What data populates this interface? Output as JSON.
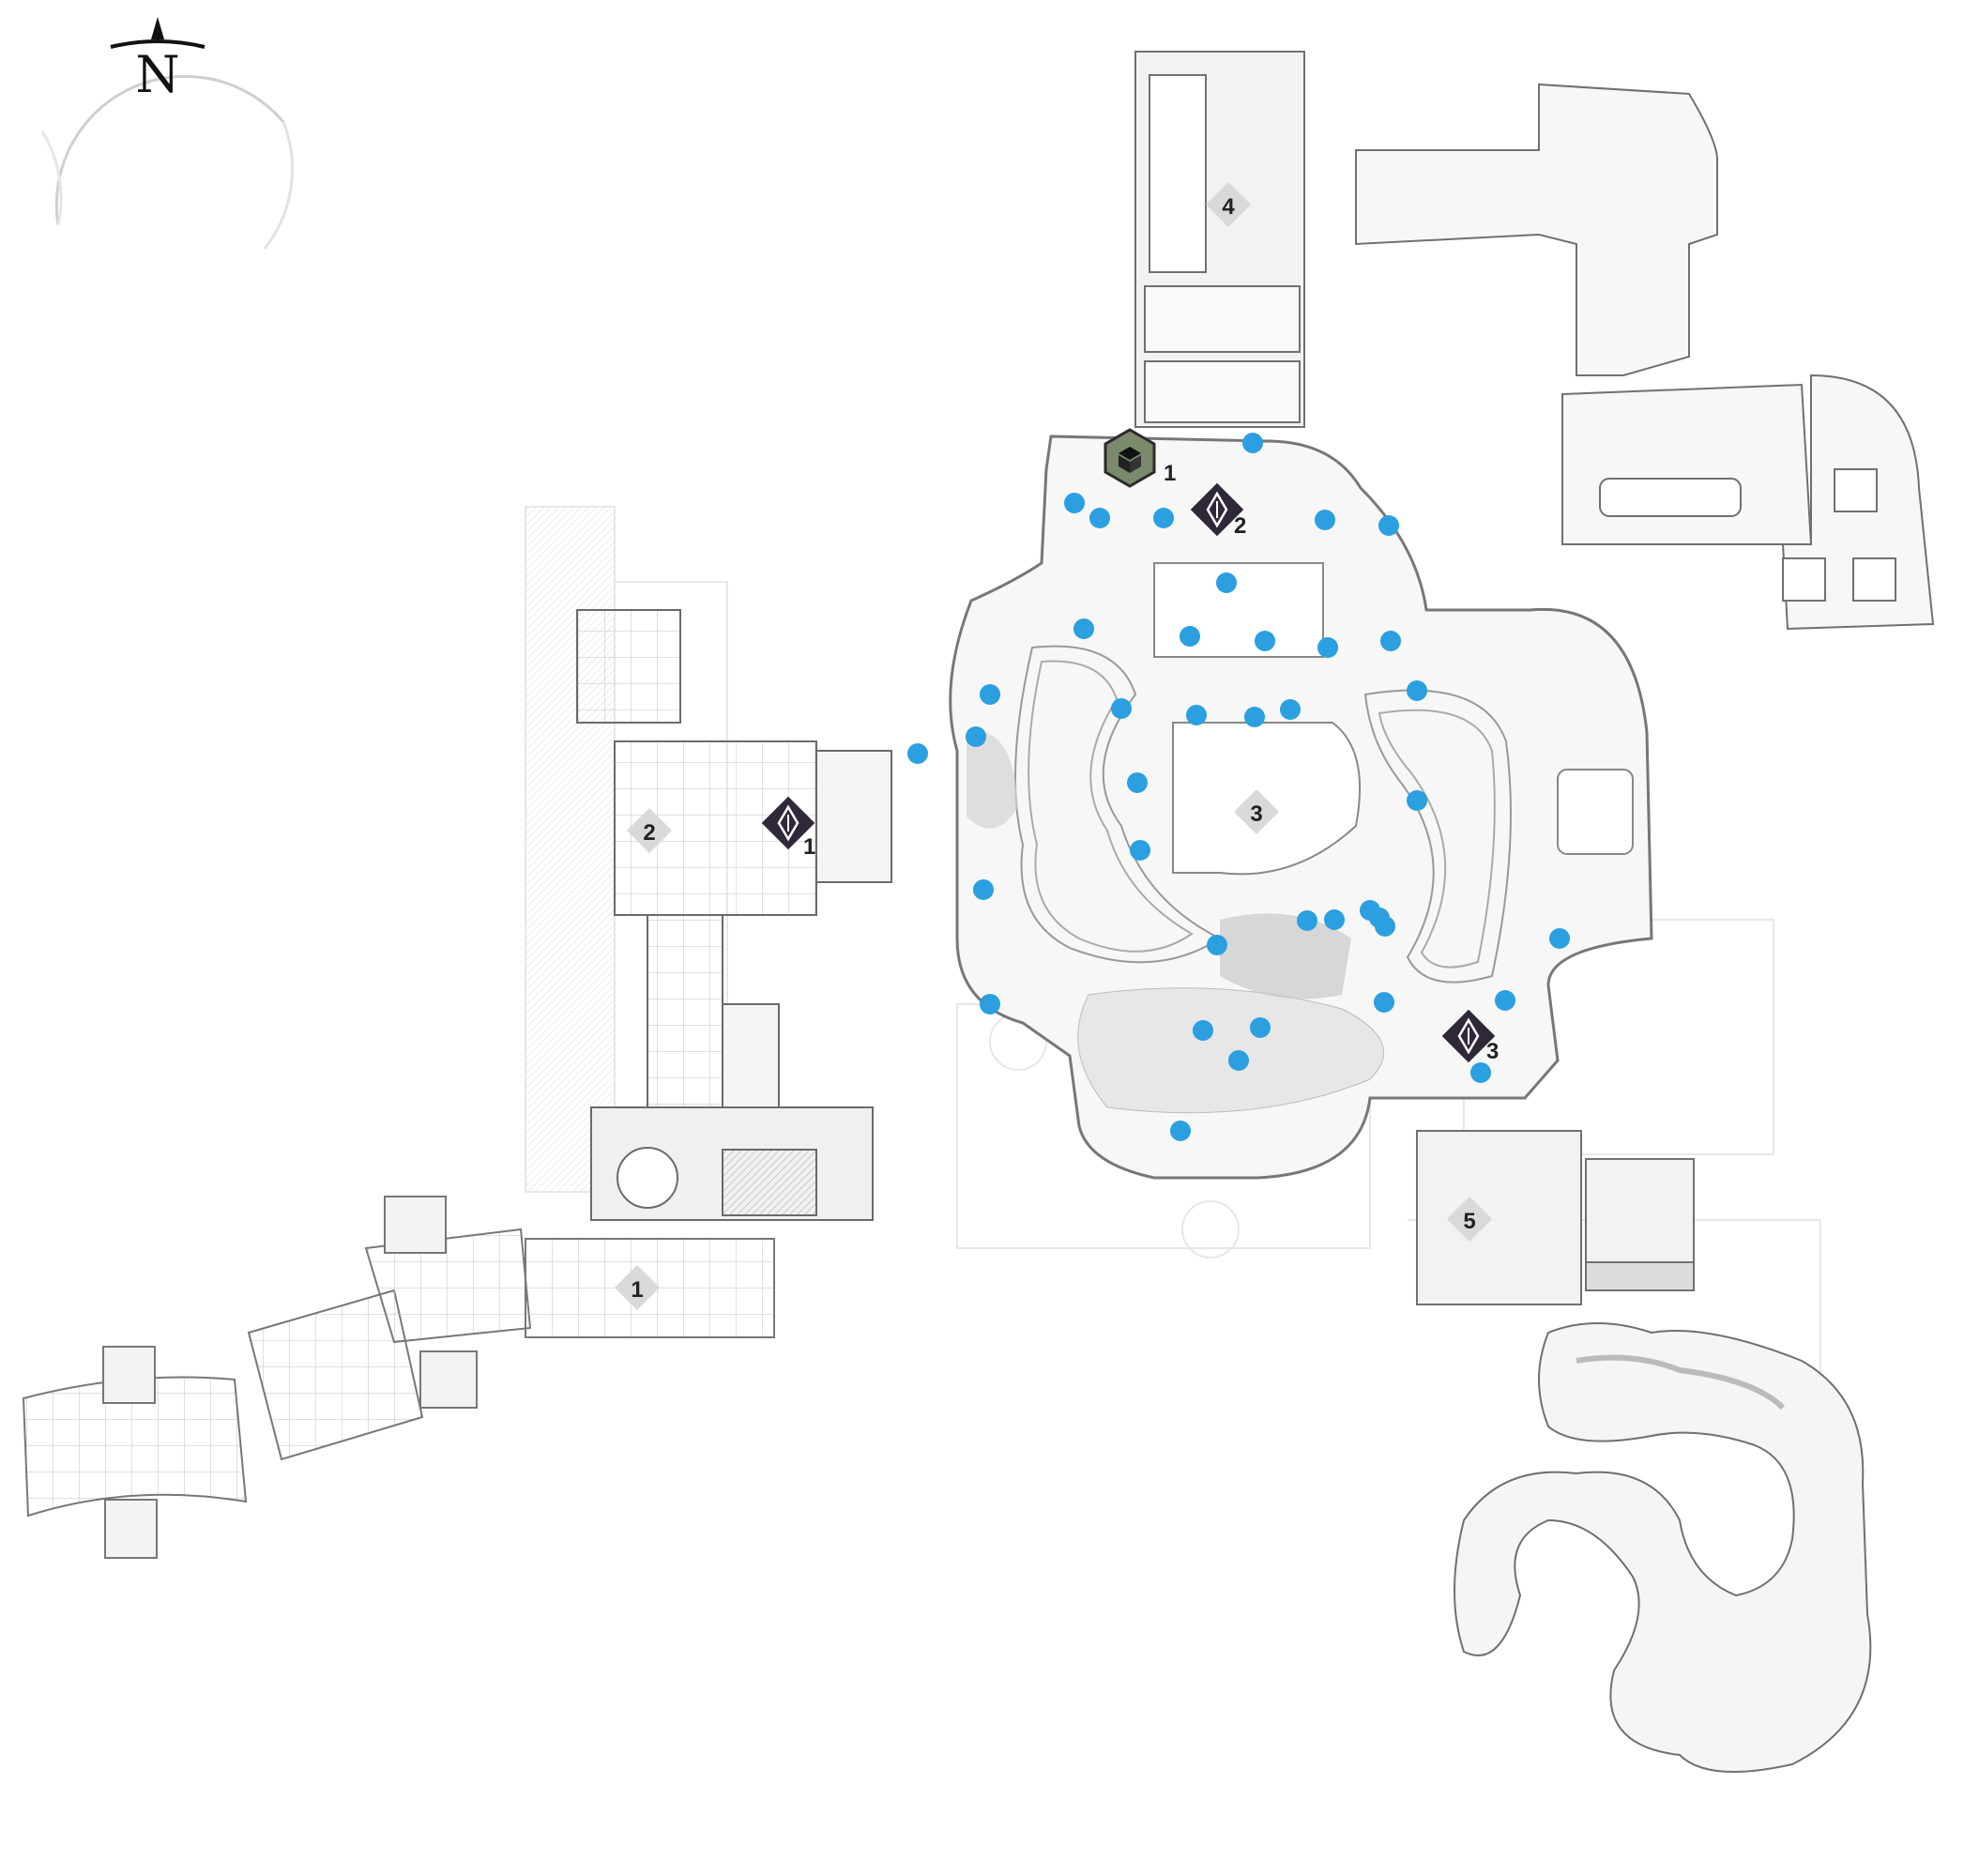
{
  "compass": {
    "letter": "N"
  },
  "area_labels": [
    {
      "id": "area-1",
      "text": "1"
    },
    {
      "id": "area-2",
      "text": "2"
    },
    {
      "id": "area-3",
      "text": "3"
    },
    {
      "id": "area-4",
      "text": "4"
    },
    {
      "id": "area-5",
      "text": "5"
    }
  ],
  "markers": {
    "lost_sector_chest": {
      "icon": "chest-hex-icon",
      "label": "1",
      "color": "#7a8a6a"
    },
    "boss_markers": [
      {
        "icon": "boss-diamond-icon",
        "label": "1"
      },
      {
        "icon": "boss-diamond-icon",
        "label": "2"
      },
      {
        "icon": "boss-diamond-icon",
        "label": "3"
      }
    ]
  },
  "colors": {
    "dot": "#2b9fe0",
    "boss": "#2e2838",
    "label_diamond": "#d9d9d9",
    "outline": "#8a8a8a",
    "foliage": "#b5b5b5"
  }
}
